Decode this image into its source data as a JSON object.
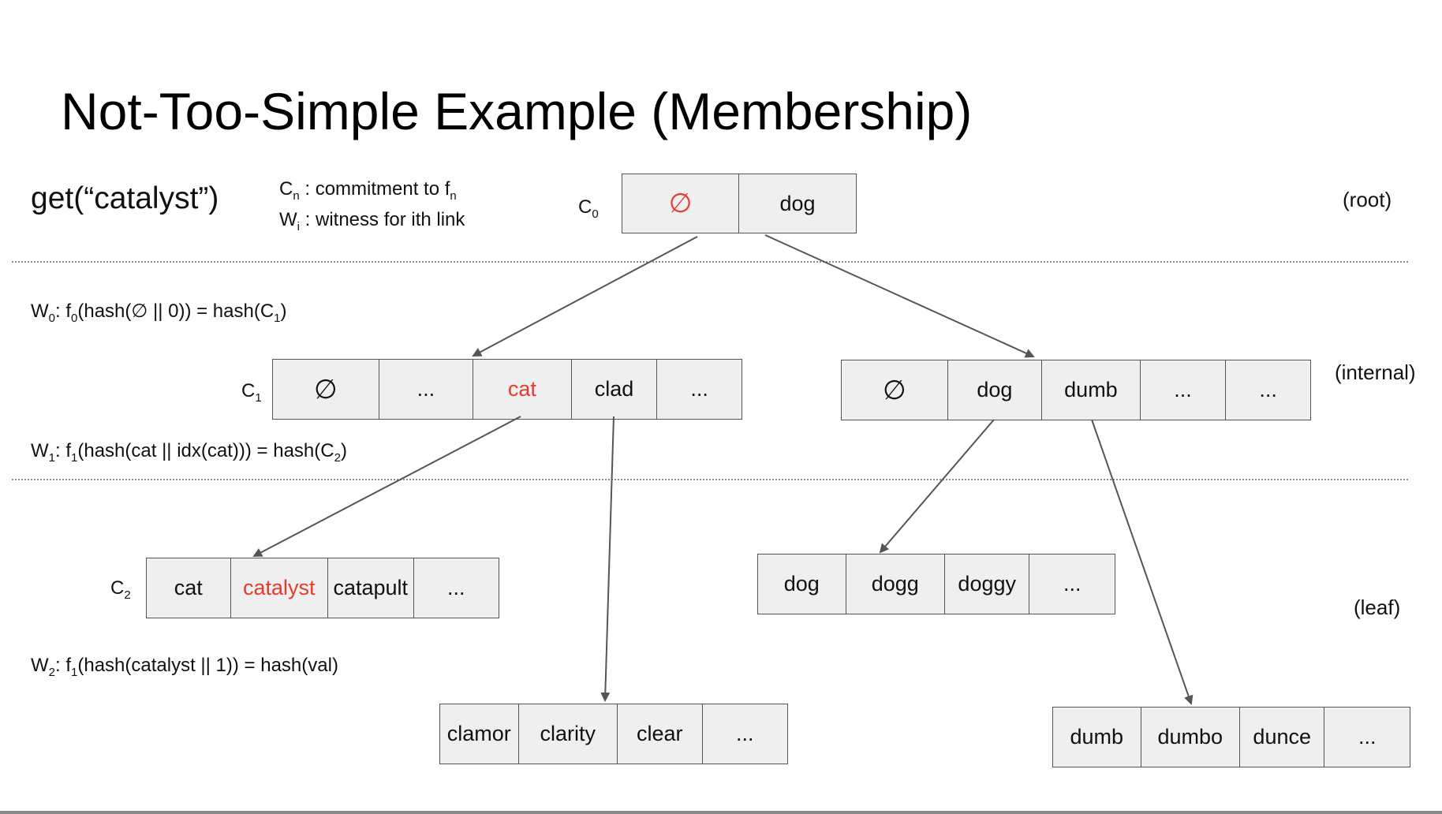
{
  "title": "Not-Too-Simple Example (Membership)",
  "query": "get(“catalyst”)",
  "legend": {
    "c_line": {
      "sym": "C",
      "sub": "n",
      "text": " : commitment to f",
      "sub2": "n"
    },
    "w_line": {
      "sym": "W",
      "sub": "i",
      "text": " : witness for ith link"
    }
  },
  "levels": {
    "root": "(root)",
    "internal": "(internal)",
    "leaf": "(leaf)"
  },
  "commitments": {
    "c0": {
      "sym": "C",
      "sub": "0"
    },
    "c1": {
      "sym": "C",
      "sub": "1"
    },
    "c2": {
      "sym": "C",
      "sub": "2"
    }
  },
  "witnesses": {
    "w0": {
      "a": "W",
      "a_sub": "0",
      "b": ": f",
      "b_sub": "0",
      "c": "(hash(∅ || 0)) = hash(C",
      "c_sub": "1",
      "d": ")"
    },
    "w1": {
      "a": "W",
      "a_sub": "1",
      "b": ": f",
      "b_sub": "1",
      "c": "(hash(cat || idx(cat))) = hash(C",
      "c_sub": "2",
      "d": ")"
    },
    "w2": {
      "a": "W",
      "a_sub": "2",
      "b": ": f",
      "b_sub": "1",
      "c": "(hash(catalyst || 1)) = hash(val)"
    }
  },
  "nodes": {
    "root": [
      "∅",
      "dog"
    ],
    "internal_left": [
      "∅",
      "...",
      "cat",
      "clad",
      "..."
    ],
    "internal_right": [
      "∅",
      "dog",
      "dumb",
      "...",
      "..."
    ],
    "leaf_cat": [
      "cat",
      "catalyst",
      "catapult",
      "..."
    ],
    "leaf_clamor": [
      "clamor",
      "clarity",
      "clear",
      "..."
    ],
    "leaf_dog": [
      "dog",
      "dogg",
      "doggy",
      "..."
    ],
    "leaf_dumb": [
      "dumb",
      "dumbo",
      "dunce",
      "..."
    ]
  },
  "colors": {
    "highlight": "#e53b2c",
    "node_fill": "#efefef",
    "node_border": "#555555",
    "edge": "#555555"
  }
}
